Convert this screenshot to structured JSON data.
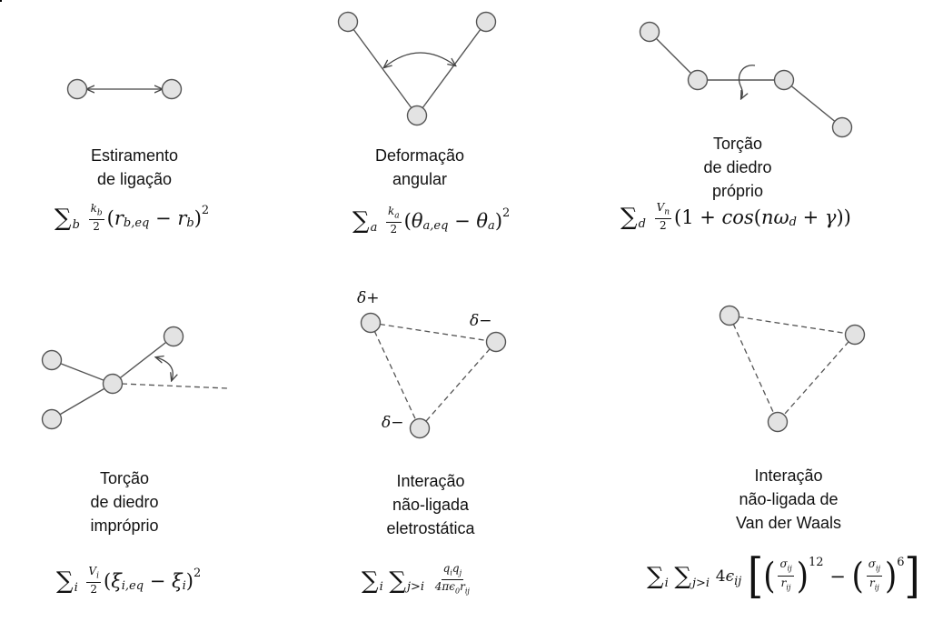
{
  "panels": {
    "stretch": {
      "label_lines": [
        "Estiramento",
        "de ligação"
      ]
    },
    "angle": {
      "label_lines": [
        "Deformação",
        "angular"
      ]
    },
    "proper": {
      "label_lines": [
        "Torção",
        "de diedro",
        "próprio"
      ]
    },
    "improper": {
      "label_lines": [
        "Torção",
        "de diedro",
        "impróprio"
      ]
    },
    "elec": {
      "label_lines": [
        "Interação",
        "não-ligada",
        "eletrostática"
      ],
      "charges": [
        "δ+",
        "δ−",
        "δ−"
      ]
    },
    "vdw": {
      "label_lines": [
        "Interação",
        "não-ligada de",
        "Van der Waals"
      ]
    }
  },
  "formulas": {
    "stretch": {
      "sum_index": "b",
      "coef_num": "k_b",
      "coef_den": "2",
      "body": "(r_{b,eq} − r_b)",
      "power": "2"
    },
    "angle": {
      "sum_index": "a",
      "coef_num": "k_a",
      "coef_den": "2",
      "body": "(θ_{a,eq} − θ_a)",
      "power": "2"
    },
    "proper": {
      "sum_index": "d",
      "coef_num": "V_n",
      "coef_den": "2",
      "body": "(1 + cos(nω_d + γ))"
    },
    "improper": {
      "sum_index": "i",
      "coef_num": "V_i",
      "coef_den": "2",
      "body": "(ξ_{i,eq} − ξ_i)",
      "power": "2"
    },
    "elec": {
      "sum_index_1": "i",
      "sum_index_2": "j>i",
      "frac_num": "q_i q_j",
      "frac_den": "4πε_0 r_ij"
    },
    "vdw": {
      "sum_index_1": "i",
      "sum_index_2": "j>i",
      "prefactor": "4ε_ij",
      "frac_num": "σ_ij",
      "frac_den": "r_ij",
      "power_1": "12",
      "power_2": "6"
    }
  },
  "colors": {
    "atom_fill": "#e3e3e3",
    "atom_stroke": "#555555",
    "bond": "#555555",
    "text": "#111111"
  }
}
